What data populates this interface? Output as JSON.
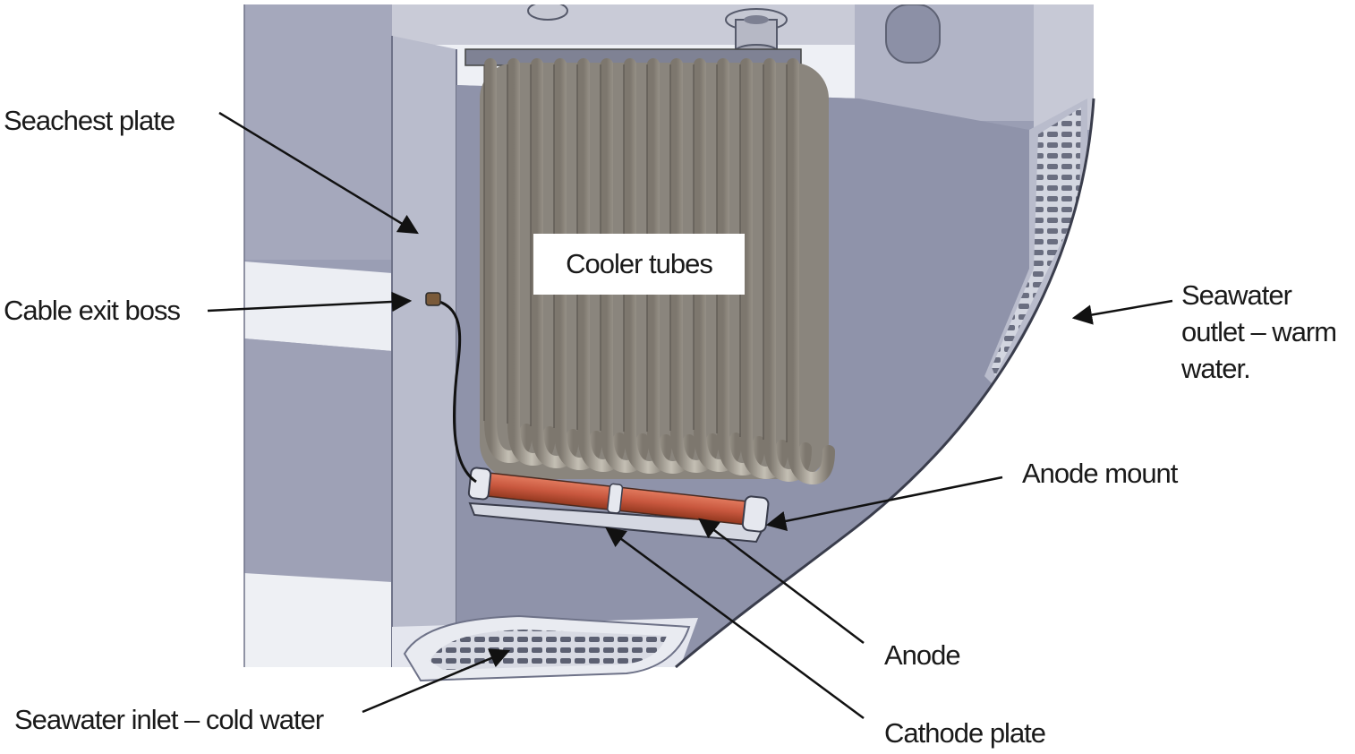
{
  "diagram": {
    "labels": {
      "seachest_plate": "Seachest plate",
      "cable_exit_boss": "Cable exit boss",
      "cooler_tubes": "Cooler tubes",
      "seawater_outlet": "Seawater outlet – warm water.",
      "anode_mount": "Anode mount",
      "anode": "Anode",
      "cathode_plate": "Cathode plate",
      "seawater_inlet": "Seawater inlet – cold water"
    },
    "colors": {
      "steel": "#9a9eb4",
      "steel_light": "#b3b6c7",
      "steel_dark": "#7e8298",
      "tube": "#a09a90",
      "anode": "#c8573e",
      "outline": "#2d2d3a"
    }
  }
}
